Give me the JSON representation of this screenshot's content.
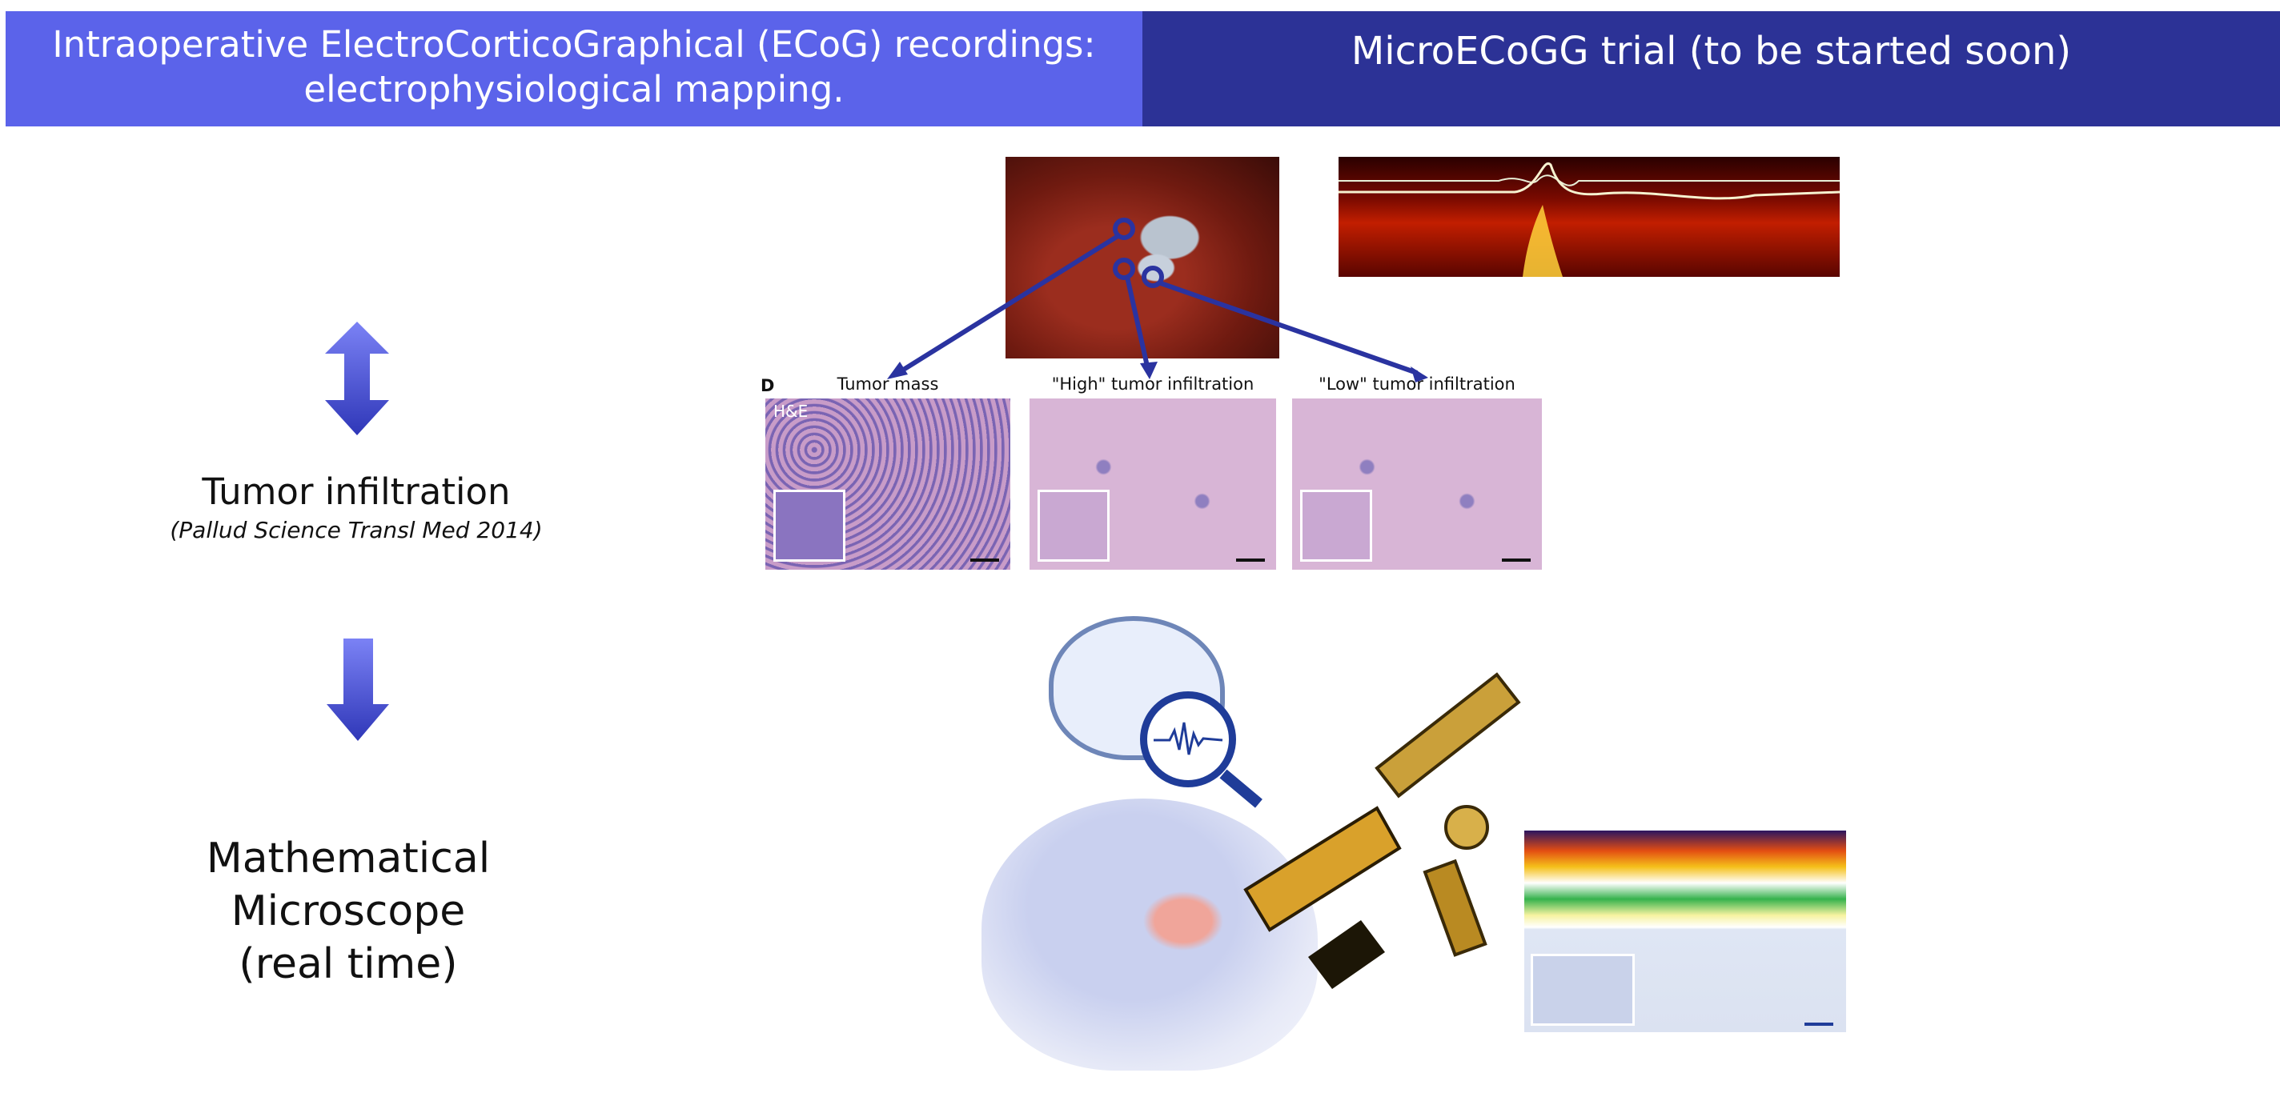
{
  "header": {
    "left_line1": "Intraoperative ElectroCorticoGraphical (ECoG) recordings:",
    "left_line2": "electrophysiological mapping.",
    "right": "MicroECoGG trial (to be started soon)"
  },
  "left_column": {
    "tumor_label": "Tumor infiltration",
    "citation": "(Pallud Science Transl Med 2014)",
    "math_line1": "Mathematical",
    "math_line2": "Microscope",
    "math_line3": "(real time)"
  },
  "histology": {
    "panel_letter": "D",
    "stain_label": "H&E",
    "titles": [
      "Tumor mass",
      "\"High\" tumor infiltration",
      "\"Low\" tumor infiltration"
    ]
  },
  "colors": {
    "header_left": "#5b63ea",
    "header_right": "#2c3296",
    "arrow_gradient_top": "#7b82f5",
    "arrow_gradient_bottom": "#2f37b8",
    "connector": "#2a33a0"
  }
}
